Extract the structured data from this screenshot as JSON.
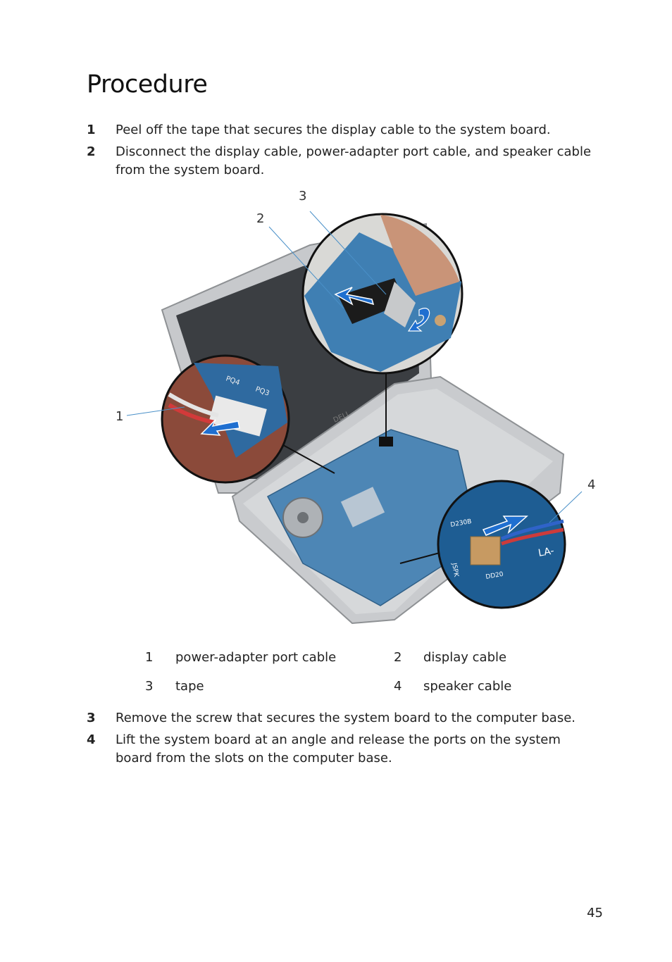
{
  "heading": "Procedure",
  "steps": [
    {
      "number": "1",
      "text": "Peel off the tape that secures the display cable to the system board."
    },
    {
      "number": "2",
      "text": "Disconnect the display cable, power-adapter port cable, and speaker cable from the system board."
    },
    {
      "number": "3",
      "text": "Remove the screw that secures the system board to the computer base."
    },
    {
      "number": "4",
      "text": "Lift the system board at an angle and release the ports on the system board from the slots on the computer base."
    }
  ],
  "figure": {
    "callouts": [
      "1",
      "2",
      "3",
      "4"
    ],
    "board_labels": [
      "PQ4",
      "PQ3",
      "D230B",
      "LA-",
      "JSPK",
      "DD20"
    ],
    "logo_text": "DELL"
  },
  "legend": [
    {
      "number": "1",
      "label": "power-adapter port cable"
    },
    {
      "number": "2",
      "label": "display cable"
    },
    {
      "number": "3",
      "label": "tape"
    },
    {
      "number": "4",
      "label": "speaker cable"
    }
  ],
  "page_number": "45",
  "colors": {
    "arrow": "#1f6fd0",
    "board": "#2f6aa0",
    "callout_line": "#4a90c8"
  }
}
